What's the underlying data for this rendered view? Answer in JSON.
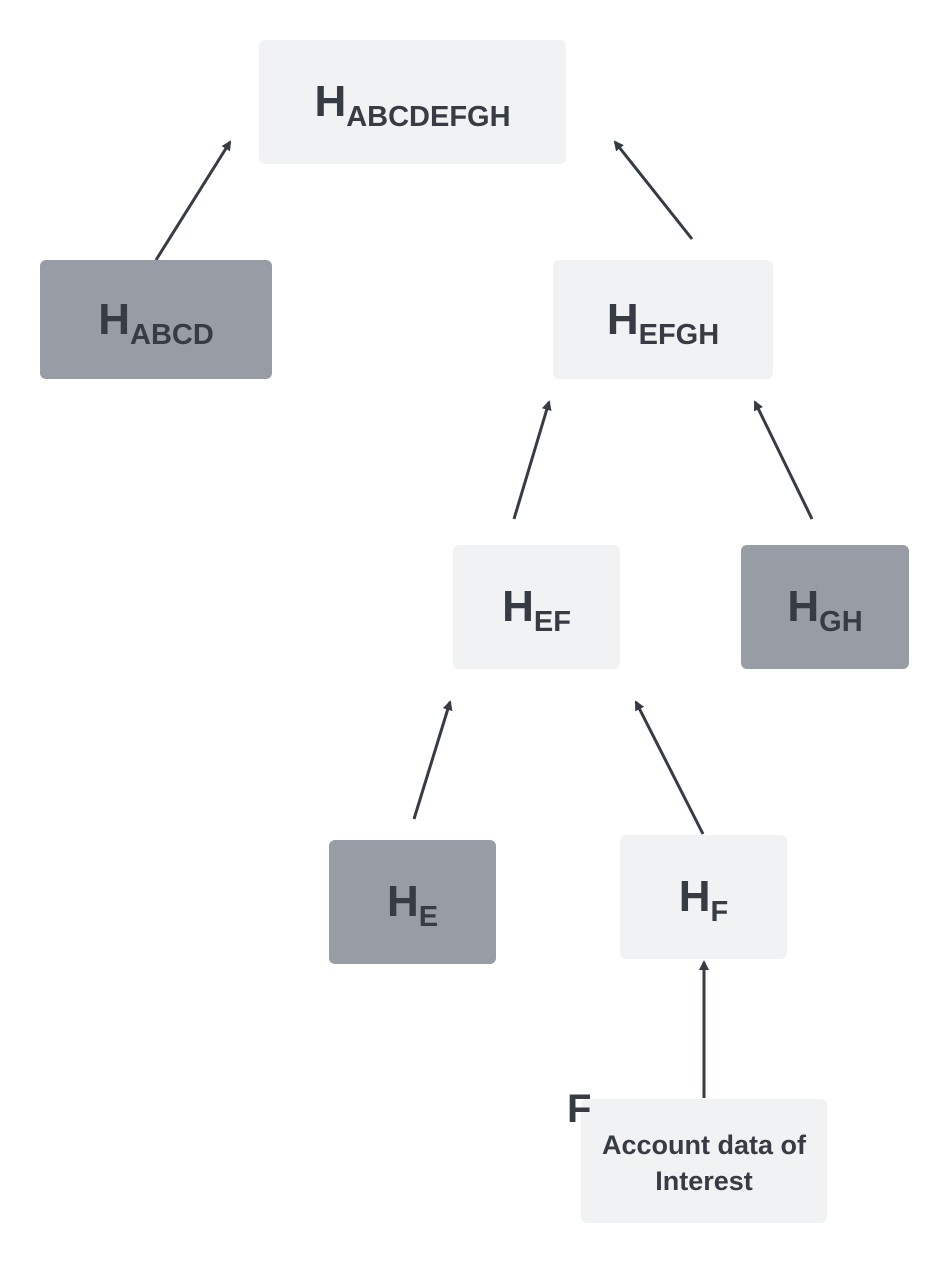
{
  "colors": {
    "light_node": "#f1f2f4",
    "dark_node": "#979ca5",
    "text": "#363b44",
    "arrow": "#363b44"
  },
  "nodes": {
    "root": {
      "main": "H",
      "sub": "ABCDEFGH"
    },
    "abcd": {
      "main": "H",
      "sub": "ABCD"
    },
    "efgh": {
      "main": "H",
      "sub": "EFGH"
    },
    "ef": {
      "main": "H",
      "sub": "EF"
    },
    "gh": {
      "main": "H",
      "sub": "GH"
    },
    "e": {
      "main": "H",
      "sub": "E"
    },
    "f": {
      "main": "H",
      "sub": "F"
    },
    "leaf": {
      "label": "F",
      "text": "Account data of Interest"
    }
  }
}
